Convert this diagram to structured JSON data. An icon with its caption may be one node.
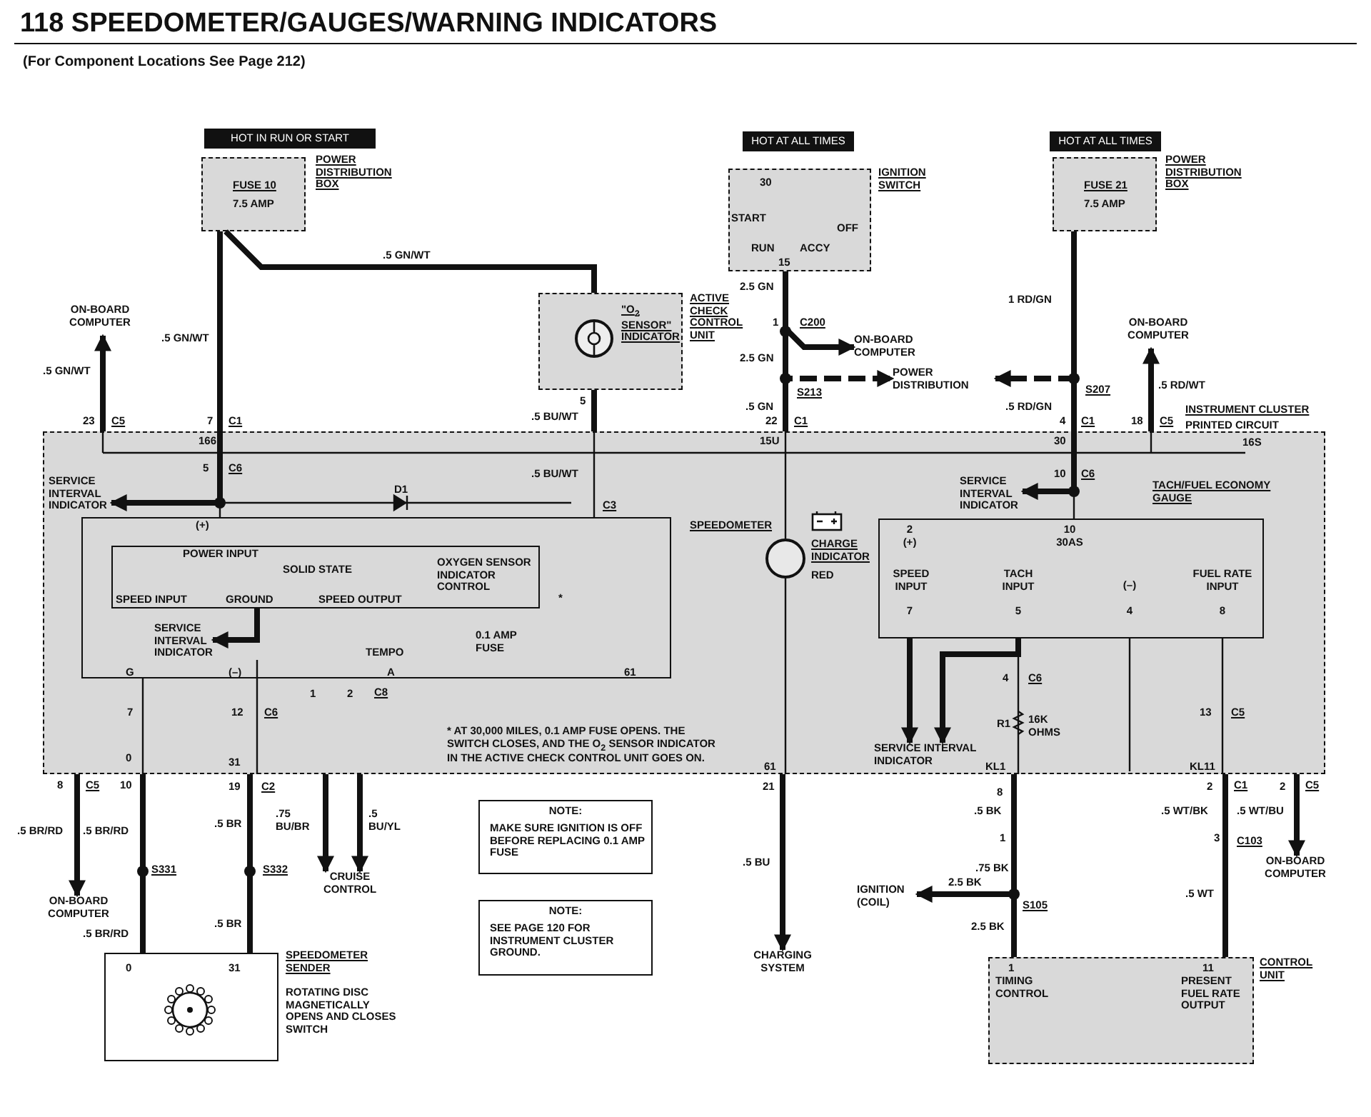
{
  "diagram": {
    "title": "118 SPEEDOMETER/GAUGES/WARNING INDICATORS",
    "caption": "(For Component Locations See Page 212)",
    "nodes": [
      {
        "text": [
          "HOT IN RUN OR START"
        ]
      },
      {
        "text": [
          "FUSE 10",
          "7.5 AMP",
          "POWER DISTRIBUTION BOX"
        ]
      },
      {
        "text": [
          "HOT AT ALL TIMES"
        ]
      },
      {
        "text": [
          "30",
          "START",
          "OFF",
          "RUN",
          "ACCY",
          "15",
          "IGNITION SWITCH"
        ]
      },
      {
        "text": [
          "HOT AT ALL TIMES"
        ]
      },
      {
        "text": [
          "FUSE 21",
          "7.5 AMP",
          "POWER DISTRIBUTION BOX"
        ]
      },
      {
        "text": [
          "\"O$_{2}$ SENSOR\" INDICATOR",
          "ACTIVE CHECK CONTROL UNIT"
        ]
      },
      {
        "text": [
          "ON-BOARD COMPUTER"
        ]
      },
      {
        "text": [
          "ON-BOARD COMPUTER"
        ]
      },
      {
        "text": [
          "POWER DISTRIBUTION"
        ]
      },
      {
        "text": [
          "ON-BOARD COMPUTER"
        ]
      },
      {
        "text": [
          "INSTRUMENT CLUSTER",
          "PRINTED CIRCUIT"
        ]
      },
      {
        "text": [
          "SPEEDOMETER"
        ],
        "in": 11
      },
      {
        "text": [
          "POWER INPUT",
          "SOLID STATE",
          "SPEED INPUT",
          "GROUND",
          "SPEED OUTPUT",
          "OXYGEN SENSOR INDICATOR CONTROL"
        ],
        "in": 12
      },
      {
        "text": [
          "CHARGE INDICATOR",
          "RED"
        ],
        "in": 11
      },
      {
        "text": [
          "TACH/FUEL ECONOMY GAUGE",
          "2",
          "(+)",
          "10",
          "30AS",
          "SPEED INPUT",
          "7",
          "TACH INPUT",
          "5",
          "(–)",
          "4",
          "FUEL RATE INPUT",
          "8"
        ],
        "in": 11
      },
      {
        "text": [
          "SERVICE INTERVAL INDICATOR"
        ],
        "in": 11
      },
      {
        "text": [
          "SERVICE INTERVAL INDICATOR"
        ],
        "in": 12
      },
      {
        "text": [
          "SERVICE INTERVAL INDICATOR"
        ],
        "in": 11
      },
      {
        "text": [
          "SERVICE INTERVAL INDICATOR"
        ],
        "in": 11
      },
      {
        "text": [
          "ON-BOARD COMPUTER"
        ]
      },
      {
        "text": [
          "CRUISE CONTROL"
        ]
      },
      {
        "text": [
          "SPEEDOMETER SENDER",
          "ROTATING DISC MAGNETICALLY OPENS AND CLOSES SWITCH"
        ]
      },
      {
        "text": [
          "NOTE:",
          "MAKE SURE IGNITION IS OFF BEFORE REPLACING 0.1 AMP FUSE"
        ]
      },
      {
        "text": [
          "NOTE:",
          "SEE PAGE 120 FOR INSTRUMENT CLUSTER GROUND."
        ]
      },
      {
        "text": [
          "CHARGING SYSTEM"
        ]
      },
      {
        "text": [
          "IGNITION (COIL)"
        ]
      },
      {
        "text": [
          "ON-BOARD COMPUTER"
        ]
      },
      {
        "text": [
          "1",
          "TIMING CONTROL",
          "11",
          "PRESENT FUEL RATE OUTPUT",
          "CONTROL UNIT"
        ]
      }
    ],
    "edges": [
      {
        "from": 1,
        "to": 11,
        "arrow": "none"
      },
      {
        "from": 1,
        "to": 6,
        "arrow": "none"
      },
      {
        "from": 11,
        "to": 7,
        "arrow": "to"
      },
      {
        "from": 6,
        "to": 11,
        "arrow": "none"
      },
      {
        "from": 3,
        "to": 8,
        "arrow": "to"
      },
      {
        "from": 3,
        "to": 9,
        "arrow": "to",
        "style": "dashed"
      },
      {
        "from": 3,
        "to": 11,
        "arrow": "none"
      },
      {
        "from": 5,
        "to": 9,
        "arrow": "to",
        "style": "dashed"
      },
      {
        "from": 5,
        "to": 11,
        "arrow": "none"
      },
      {
        "from": 11,
        "to": 10,
        "arrow": "to"
      },
      {
        "from": 11,
        "to": 16,
        "arrow": "to"
      },
      {
        "from": 13,
        "to": 17,
        "arrow": "to"
      },
      {
        "from": 11,
        "to": 18,
        "arrow": "to"
      },
      {
        "from": 15,
        "to": 19,
        "arrow": "to"
      },
      {
        "from": 15,
        "to": 19,
        "arrow": "to"
      },
      {
        "from": 11,
        "to": 20,
        "arrow": "to"
      },
      {
        "from": 11,
        "to": 22,
        "arrow": "none"
      },
      {
        "from": 11,
        "to": 22,
        "arrow": "none"
      },
      {
        "from": 11,
        "to": 21,
        "arrow": "to"
      },
      {
        "from": 11,
        "to": 21,
        "arrow": "to"
      },
      {
        "from": 11,
        "to": 25,
        "arrow": "to"
      },
      {
        "from": 11,
        "to": 28,
        "arrow": "none"
      },
      {
        "from": 11,
        "to": 26,
        "arrow": "to"
      },
      {
        "from": 11,
        "to": 28,
        "arrow": "none"
      },
      {
        "from": 11,
        "to": 27,
        "arrow": "to"
      }
    ],
    "labels": [
      ".5 GN/WT",
      "2.5 GN",
      "1 RD/GN",
      "1",
      "C200",
      ".5 GN/WT",
      "2.5 GN",
      ".5 GN/WT",
      "S213",
      "S207",
      ".5 RD/WT",
      "5",
      ".5 GN",
      ".5 RD/GN",
      ".5 BU/WT",
      "23",
      "C5",
      "7",
      "C1",
      "22",
      "C1",
      "4",
      "C1",
      "18",
      "C5",
      "166",
      "15U",
      "30",
      "16S",
      "5",
      "C6",
      "D1",
      ".5 BU/WT",
      "10",
      "C6",
      "C3",
      "(+)",
      "*",
      "0.1 AMP FUSE",
      "TEMPO",
      "G",
      "(–)",
      "A",
      "61",
      "4",
      "C6",
      "1",
      "2",
      "C8",
      "7",
      "12",
      "C6",
      "13",
      "C5",
      "R1",
      "16K OHMS",
      "* AT 30,000 MILES, 0.1 AMP FUSE OPENS. THE SWITCH CLOSES, AND THE O$_{2}$ SENSOR INDICATOR IN THE ACTIVE CHECK CONTROL UNIT GOES ON.",
      "0",
      "31",
      "61",
      "KL1",
      "KL11",
      "8",
      "C5",
      "10",
      "19",
      "C2",
      "21",
      "8",
      "2",
      "C1",
      "2",
      "C5",
      ".5 BK",
      ".5 WT/BK",
      ".5 WT/BU",
      ".75 BU/BR",
      ".5 BU/YL",
      ".5 BR",
      ".5 BR/RD",
      ".5 BR/RD",
      "1",
      "3",
      "C103",
      ".5 BU",
      "S331",
      "S332",
      ".75 BK",
      "2.5 BK",
      ".5 WT",
      "S105",
      ".5 BR",
      "2.5 BK",
      ".5 BR/RD",
      "0",
      "31"
    ]
  }
}
